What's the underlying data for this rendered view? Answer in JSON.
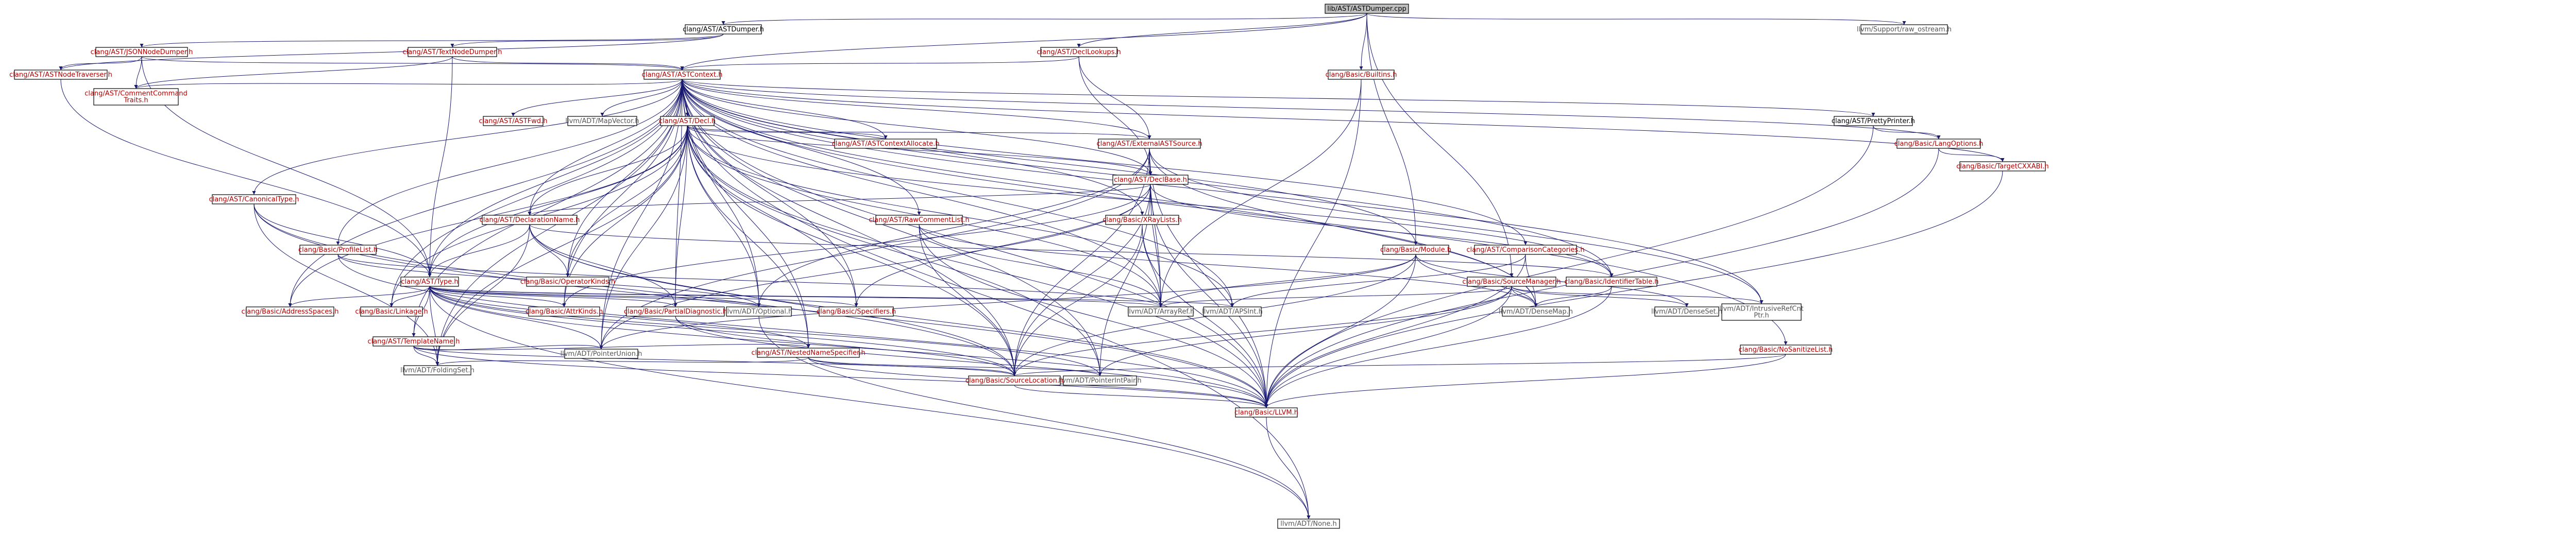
{
  "graph": {
    "nodes": [
      {
        "id": "root",
        "label": "lib/AST/ASTDumper.cpp",
        "style": "root"
      },
      {
        "id": "astdumper_h",
        "label": "clang/AST/ASTDumper.h",
        "style": "plain"
      },
      {
        "id": "declookups",
        "label": "clang/AST/DeclLookups.h",
        "style": "red"
      },
      {
        "id": "raw_ostream",
        "label": "llvm/Support/raw_ostream.h",
        "style": "gray"
      },
      {
        "id": "jsondumper",
        "label": "clang/AST/JSONNodeDumper.h",
        "style": "red"
      },
      {
        "id": "textdumper",
        "label": "clang/AST/TextNodeDumper.h",
        "style": "red"
      },
      {
        "id": "builtins",
        "label": "clang/Basic/Builtins.h",
        "style": "red"
      },
      {
        "id": "traverser",
        "label": "clang/AST/ASTNodeTraverser.h",
        "style": "red"
      },
      {
        "id": "astcontext",
        "label": "clang/AST/ASTContext.h",
        "style": "red"
      },
      {
        "id": "commentcmd",
        "label": "clang/AST/CommentCommand\nTraits.h",
        "style": "red"
      },
      {
        "id": "astfwd",
        "label": "clang/AST/ASTFwd.h",
        "style": "red"
      },
      {
        "id": "mapvector",
        "label": "llvm/ADT/MapVector.h",
        "style": "gray"
      },
      {
        "id": "decl_h",
        "label": "clang/AST/Decl.h",
        "style": "red"
      },
      {
        "id": "ctxalloc",
        "label": "clang/AST/ASTContextAllocate.h",
        "style": "red"
      },
      {
        "id": "extsource",
        "label": "clang/AST/ExternalASTSource.h",
        "style": "red"
      },
      {
        "id": "prettyprinter",
        "label": "clang/AST/PrettyPrinter.h",
        "style": "plain"
      },
      {
        "id": "langoptions",
        "label": "clang/Basic/LangOptions.h",
        "style": "red"
      },
      {
        "id": "targetcxxabi",
        "label": "clang/Basic/TargetCXXABI.h",
        "style": "red"
      },
      {
        "id": "declbase",
        "label": "clang/AST/DeclBase.h",
        "style": "red"
      },
      {
        "id": "canonicaltype",
        "label": "clang/AST/CanonicalType.h",
        "style": "red"
      },
      {
        "id": "declname",
        "label": "clang/AST/DeclarationName.h",
        "style": "red"
      },
      {
        "id": "rawcomment",
        "label": "clang/AST/RawCommentList.h",
        "style": "red"
      },
      {
        "id": "arraylists",
        "label": "clang/Basic/XRayLists.h",
        "style": "red"
      },
      {
        "id": "module_h",
        "label": "clang/Basic/Module.h",
        "style": "red"
      },
      {
        "id": "comparecat",
        "label": "clang/AST/ComparisonCategories.h",
        "style": "red"
      },
      {
        "id": "srcmanager",
        "label": "clang/Basic/SourceManager.h",
        "style": "red"
      },
      {
        "id": "profilelist",
        "label": "clang/Basic/ProfileList.h",
        "style": "red"
      },
      {
        "id": "type_h",
        "label": "clang/AST/Type.h",
        "style": "red"
      },
      {
        "id": "opkinds",
        "label": "clang/Basic/OperatorKinds.h",
        "style": "red"
      },
      {
        "id": "identtable",
        "label": "clang/Basic/IdentifierTable.h",
        "style": "red"
      },
      {
        "id": "densemap",
        "label": "llvm/ADT/DenseMap.h",
        "style": "gray"
      },
      {
        "id": "denseset",
        "label": "llvm/ADT/DenseSet.h",
        "style": "gray"
      },
      {
        "id": "intrusiveref",
        "label": "llvm/ADT/IntrusiveRefCnt\nPtr.h",
        "style": "gray"
      },
      {
        "id": "arrayref",
        "label": "llvm/ADT/ArrayRef.h",
        "style": "gray"
      },
      {
        "id": "apsint",
        "label": "llvm/ADT/APSInt.h",
        "style": "gray"
      },
      {
        "id": "nosanitize",
        "label": "clang/Basic/NoSanitizeList.h",
        "style": "red"
      },
      {
        "id": "addrspaces",
        "label": "clang/Basic/AddressSpaces.h",
        "style": "red"
      },
      {
        "id": "linkage",
        "label": "clang/Basic/Linkage.h",
        "style": "red"
      },
      {
        "id": "templatename",
        "label": "clang/AST/TemplateName.h",
        "style": "red"
      },
      {
        "id": "attrkinds",
        "label": "clang/Basic/AttrKinds.h",
        "style": "red"
      },
      {
        "id": "partialdiag",
        "label": "clang/Basic/PartialDiagnostic.h",
        "style": "red"
      },
      {
        "id": "optional",
        "label": "llvm/ADT/Optional.h",
        "style": "gray"
      },
      {
        "id": "specifiers",
        "label": "clang/Basic/Specifiers.h",
        "style": "red"
      },
      {
        "id": "nestedname",
        "label": "clang/AST/NestedNameSpecifier.h",
        "style": "red"
      },
      {
        "id": "ptrunion",
        "label": "llvm/ADT/PointerUnion.h",
        "style": "gray"
      },
      {
        "id": "foldingset",
        "label": "llvm/ADT/FoldingSet.h",
        "style": "gray"
      },
      {
        "id": "srclocation",
        "label": "clang/Basic/SourceLocation.h",
        "style": "red"
      },
      {
        "id": "ptrintpair",
        "label": "llvm/ADT/PointerIntPair.h",
        "style": "gray"
      },
      {
        "id": "llvm_h",
        "label": "clang/Basic/LLVM.h",
        "style": "red"
      },
      {
        "id": "none_h",
        "label": "llvm/ADT/None.h",
        "style": "gray"
      }
    ],
    "edges": [
      [
        "root",
        "astdumper_h"
      ],
      [
        "root",
        "declookups"
      ],
      [
        "root",
        "raw_ostream"
      ],
      [
        "root",
        "builtins"
      ],
      [
        "root",
        "astcontext"
      ],
      [
        "root",
        "module_h"
      ],
      [
        "root",
        "srcmanager"
      ],
      [
        "astdumper_h",
        "jsondumper"
      ],
      [
        "astdumper_h",
        "textdumper"
      ],
      [
        "astdumper_h",
        "traverser"
      ],
      [
        "declookups",
        "astcontext"
      ],
      [
        "declookups",
        "extsource"
      ],
      [
        "declookups",
        "declbase"
      ],
      [
        "jsondumper",
        "traverser"
      ],
      [
        "jsondumper",
        "astcontext"
      ],
      [
        "jsondumper",
        "commentcmd"
      ],
      [
        "jsondumper",
        "type_h"
      ],
      [
        "textdumper",
        "astcontext"
      ],
      [
        "textdumper",
        "commentcmd"
      ],
      [
        "textdumper",
        "type_h"
      ],
      [
        "traverser",
        "type_h"
      ],
      [
        "builtins",
        "arrayref"
      ],
      [
        "builtins",
        "llvm_h"
      ],
      [
        "astcontext",
        "commentcmd"
      ],
      [
        "astcontext",
        "astfwd"
      ],
      [
        "astcontext",
        "mapvector"
      ],
      [
        "astcontext",
        "decl_h"
      ],
      [
        "astcontext",
        "ctxalloc"
      ],
      [
        "astcontext",
        "extsource"
      ],
      [
        "astcontext",
        "prettyprinter"
      ],
      [
        "astcontext",
        "langoptions"
      ],
      [
        "astcontext",
        "targetcxxabi"
      ],
      [
        "astcontext",
        "declbase"
      ],
      [
        "astcontext",
        "canonicaltype"
      ],
      [
        "astcontext",
        "declname"
      ],
      [
        "astcontext",
        "rawcomment"
      ],
      [
        "astcontext",
        "arraylists"
      ],
      [
        "astcontext",
        "module_h"
      ],
      [
        "astcontext",
        "comparecat"
      ],
      [
        "astcontext",
        "profilelist"
      ],
      [
        "astcontext",
        "type_h"
      ],
      [
        "astcontext",
        "opkinds"
      ],
      [
        "astcontext",
        "identtable"
      ],
      [
        "astcontext",
        "densemap"
      ],
      [
        "astcontext",
        "intrusiveref"
      ],
      [
        "astcontext",
        "arrayref"
      ],
      [
        "astcontext",
        "apsint"
      ],
      [
        "astcontext",
        "nosanitize"
      ],
      [
        "astcontext",
        "addrspaces"
      ],
      [
        "astcontext",
        "linkage"
      ],
      [
        "astcontext",
        "templatename"
      ],
      [
        "astcontext",
        "attrkinds"
      ],
      [
        "astcontext",
        "partialdiag"
      ],
      [
        "astcontext",
        "optional"
      ],
      [
        "astcontext",
        "specifiers"
      ],
      [
        "astcontext",
        "nestedname"
      ],
      [
        "astcontext",
        "ptrunion"
      ],
      [
        "astcontext",
        "foldingset"
      ],
      [
        "astcontext",
        "srclocation"
      ],
      [
        "astcontext",
        "ptrintpair"
      ],
      [
        "astcontext",
        "llvm_h"
      ],
      [
        "astcontext",
        "none_h"
      ],
      [
        "decl_h",
        "ctxalloc"
      ],
      [
        "decl_h",
        "extsource"
      ],
      [
        "decl_h",
        "declbase"
      ],
      [
        "decl_h",
        "declname"
      ],
      [
        "decl_h",
        "type_h"
      ],
      [
        "decl_h",
        "opkinds"
      ],
      [
        "decl_h",
        "identtable"
      ],
      [
        "decl_h",
        "arrayref"
      ],
      [
        "decl_h",
        "apsint"
      ],
      [
        "decl_h",
        "addrspaces"
      ],
      [
        "decl_h",
        "linkage"
      ],
      [
        "decl_h",
        "partialdiag"
      ],
      [
        "decl_h",
        "optional"
      ],
      [
        "decl_h",
        "specifiers"
      ],
      [
        "decl_h",
        "nestedname"
      ],
      [
        "decl_h",
        "ptrunion"
      ],
      [
        "decl_h",
        "srclocation"
      ],
      [
        "decl_h",
        "ptrintpair"
      ],
      [
        "decl_h",
        "llvm_h"
      ],
      [
        "decl_h",
        "attrkinds"
      ],
      [
        "decl_h",
        "foldingset"
      ],
      [
        "extsource",
        "declbase"
      ],
      [
        "extsource",
        "densemap"
      ],
      [
        "extsource",
        "intrusiveref"
      ],
      [
        "extsource",
        "arrayref"
      ],
      [
        "extsource",
        "optional"
      ],
      [
        "extsource",
        "ptrunion"
      ],
      [
        "extsource",
        "llvm_h"
      ],
      [
        "extsource",
        "srclocation"
      ],
      [
        "prettyprinter",
        "langoptions"
      ],
      [
        "prettyprinter",
        "llvm_h"
      ],
      [
        "langoptions",
        "targetcxxabi"
      ],
      [
        "langoptions",
        "llvm_h"
      ],
      [
        "targetcxxabi",
        "llvm_h"
      ],
      [
        "declbase",
        "declname"
      ],
      [
        "declbase",
        "identtable"
      ],
      [
        "declbase",
        "arrayref"
      ],
      [
        "declbase",
        "ptrunion"
      ],
      [
        "declbase",
        "specifiers"
      ],
      [
        "declbase",
        "srclocation"
      ],
      [
        "declbase",
        "llvm_h"
      ],
      [
        "declbase",
        "ptrintpair"
      ],
      [
        "declbase",
        "attrkinds"
      ],
      [
        "canonicaltype",
        "type_h"
      ],
      [
        "canonicaltype",
        "foldingset"
      ],
      [
        "canonicaltype",
        "llvm_h"
      ],
      [
        "canonicaltype",
        "srclocation"
      ],
      [
        "declname",
        "type_h"
      ],
      [
        "declname",
        "opkinds"
      ],
      [
        "declname",
        "identtable"
      ],
      [
        "declname",
        "partialdiag"
      ],
      [
        "declname",
        "srclocation"
      ],
      [
        "declname",
        "foldingset"
      ],
      [
        "declname",
        "llvm_h"
      ],
      [
        "rawcomment",
        "arrayref"
      ],
      [
        "rawcomment",
        "densemap"
      ],
      [
        "rawcomment",
        "srclocation"
      ],
      [
        "rawcomment",
        "llvm_h"
      ],
      [
        "arraylists",
        "arrayref"
      ],
      [
        "arraylists",
        "llvm_h"
      ],
      [
        "arraylists",
        "srclocation"
      ],
      [
        "module_h",
        "denseset"
      ],
      [
        "module_h",
        "arrayref"
      ],
      [
        "module_h",
        "densemap"
      ],
      [
        "module_h",
        "ptrunion"
      ],
      [
        "module_h",
        "llvm_h"
      ],
      [
        "module_h",
        "srclocation"
      ],
      [
        "comparecat",
        "apsint"
      ],
      [
        "comparecat",
        "densemap"
      ],
      [
        "comparecat",
        "llvm_h"
      ],
      [
        "srcmanager",
        "denseset"
      ],
      [
        "srcmanager",
        "densemap"
      ],
      [
        "srcmanager",
        "intrusiveref"
      ],
      [
        "srcmanager",
        "arrayref"
      ],
      [
        "srcmanager",
        "srclocation"
      ],
      [
        "srcmanager",
        "llvm_h"
      ],
      [
        "srcmanager",
        "ptrintpair"
      ],
      [
        "profilelist",
        "arrayref"
      ],
      [
        "profilelist",
        "optional"
      ],
      [
        "profilelist",
        "llvm_h"
      ],
      [
        "type_h",
        "addrspaces"
      ],
      [
        "type_h",
        "linkage"
      ],
      [
        "type_h",
        "templatename"
      ],
      [
        "type_h",
        "attrkinds"
      ],
      [
        "type_h",
        "partialdiag"
      ],
      [
        "type_h",
        "optional"
      ],
      [
        "type_h",
        "specifiers"
      ],
      [
        "type_h",
        "nestedname"
      ],
      [
        "type_h",
        "ptrunion"
      ],
      [
        "type_h",
        "foldingset"
      ],
      [
        "type_h",
        "srclocation"
      ],
      [
        "type_h",
        "ptrintpair"
      ],
      [
        "type_h",
        "llvm_h"
      ],
      [
        "type_h",
        "none_h"
      ],
      [
        "type_h",
        "arrayref"
      ],
      [
        "type_h",
        "apsint"
      ],
      [
        "identtable",
        "llvm_h"
      ],
      [
        "identtable",
        "densemap"
      ],
      [
        "nosanitize",
        "llvm_h"
      ],
      [
        "nosanitize",
        "srclocation"
      ],
      [
        "templatename",
        "nestedname"
      ],
      [
        "templatename",
        "ptrunion"
      ],
      [
        "templatename",
        "foldingset"
      ],
      [
        "templatename",
        "llvm_h"
      ],
      [
        "templatename",
        "srclocation"
      ],
      [
        "partialdiag",
        "srclocation"
      ],
      [
        "partialdiag",
        "llvm_h"
      ],
      [
        "nestedname",
        "foldingset"
      ],
      [
        "nestedname",
        "ptrintpair"
      ],
      [
        "nestedname",
        "srclocation"
      ],
      [
        "nestedname",
        "llvm_h"
      ],
      [
        "srclocation",
        "llvm_h"
      ],
      [
        "llvm_h",
        "none_h"
      ],
      [
        "optional",
        "none_h"
      ]
    ]
  }
}
